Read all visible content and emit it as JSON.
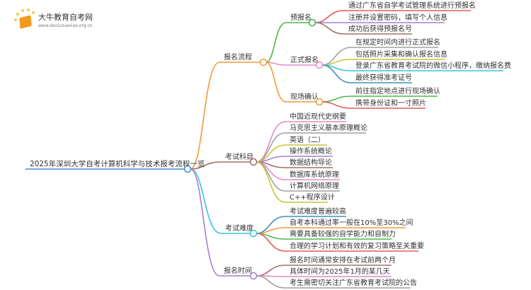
{
  "logo": {
    "name": "大牛教育自考网",
    "url": "www.daniuzuexiao.org.cn"
  },
  "root": "2025年深圳大学自考计算机科学与技术报考流程一览",
  "branches": {
    "process": {
      "label": "报名流程",
      "pre": {
        "label": "预报名",
        "items": [
          "通过广东省自学考试管理系统进行预报名",
          "注册并设置密码，填写个人信息",
          "成功后获得预报名号"
        ]
      },
      "formal": {
        "label": "正式报名",
        "items": [
          "在规定时间内进行正式报名",
          "包括照片采集和确认报名信息",
          "登录广东省教育考试院的微信小程序，缴纳报名费",
          "最终获得准考证号"
        ]
      },
      "onsite": {
        "label": "现场确认",
        "items": [
          "前往指定地点进行现场确认",
          "携带身份证和一寸照片"
        ]
      }
    },
    "subjects": {
      "label": "考试科目",
      "items": [
        "中国近现代史纲要",
        "马克思主义基本原理概论",
        "英语（二）",
        "操作系统概论",
        "数据结构导论",
        "数据库系统原理",
        "计算机网络原理",
        "C++程序设计"
      ]
    },
    "difficulty": {
      "label": "考试难度",
      "items": [
        "考试难度普遍较高",
        "自考本科通过率一般在10%至30%之间",
        "需要具备较强的自学能力和自制力",
        "合理的学习计划和有效的复习策略至关重要"
      ]
    },
    "time": {
      "label": "报名时间",
      "items": [
        "报名时间通常安排在考试前两个月",
        "具体时间为2025年1月的某几天",
        "考生需密切关注广东省教育考试院的公告"
      ]
    }
  },
  "colors": {
    "root": "#4a8fd0",
    "process": "#f39a3c",
    "subjects": "#a0706a",
    "difficulty": "#37c6d8",
    "time": "#a77fd0"
  }
}
